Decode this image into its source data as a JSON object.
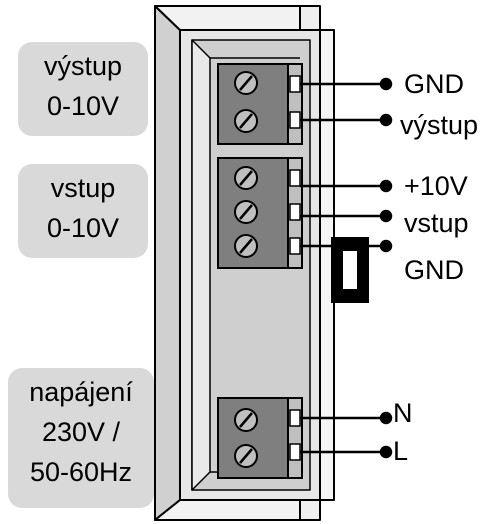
{
  "groups": {
    "output": {
      "line1": "výstup",
      "line2": "0-10V"
    },
    "input": {
      "line1": "vstup",
      "line2": "0-10V"
    },
    "power": {
      "line1": "napájení",
      "line2": "230V /",
      "line3": "50-60Hz"
    }
  },
  "terminals": {
    "t1": "GND",
    "t2": "výstup",
    "t3": "+10V",
    "t4": "vstup",
    "t5": "GND",
    "t6": "N",
    "t7": "L"
  },
  "colors": {
    "label_box": "#d9d9d9",
    "housing": "#e6e6e6",
    "block": "#7f7f7f",
    "line": "#000000"
  }
}
